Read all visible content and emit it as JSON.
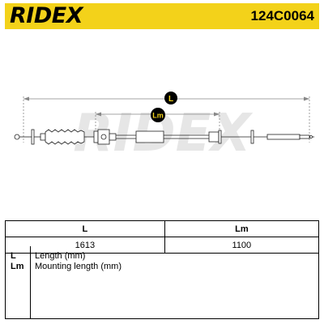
{
  "header": {
    "brand": "RIDEX",
    "part_number": "124C0064",
    "background_color": "#f3d21a"
  },
  "diagram": {
    "watermark": "RIDEX",
    "badge_L": "L",
    "badge_Lm": "Lm"
  },
  "table": {
    "headers": [
      "L",
      "Lm"
    ],
    "values": [
      "1613",
      "1100"
    ]
  },
  "legend": [
    {
      "abbr": "L",
      "desc": "Length (mm)"
    },
    {
      "abbr": "Lm",
      "desc": "Mounting length (mm)"
    }
  ]
}
